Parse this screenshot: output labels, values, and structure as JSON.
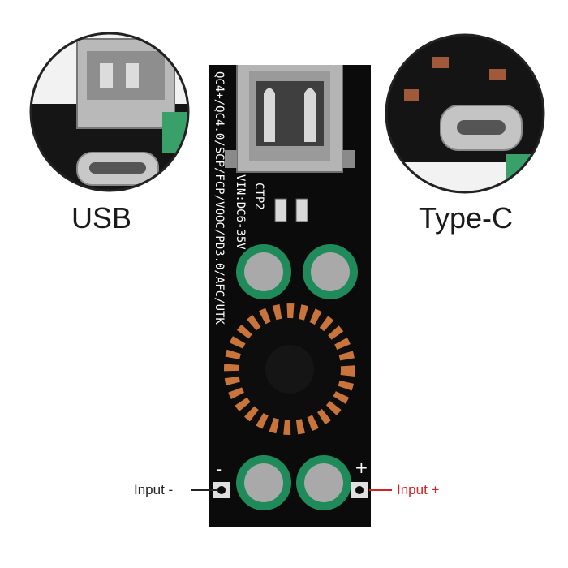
{
  "labels": {
    "usb": "USB",
    "type_c": "Type-C",
    "input_minus": "Input -",
    "input_plus": "Input +"
  },
  "silkscreen": {
    "model": "CTP2",
    "vin": "VIN:DC6-35V",
    "protocols": "QC4+/QC4.0/SCP/FCP/VOOC/PD3.0/AFC/UTK",
    "minus": "-",
    "plus": "+"
  },
  "colors": {
    "pcb": "#0b0b0b",
    "copper": "#c9743a",
    "input_plus_arrow": "#d32222",
    "input_minus_arrow": "#222222"
  }
}
